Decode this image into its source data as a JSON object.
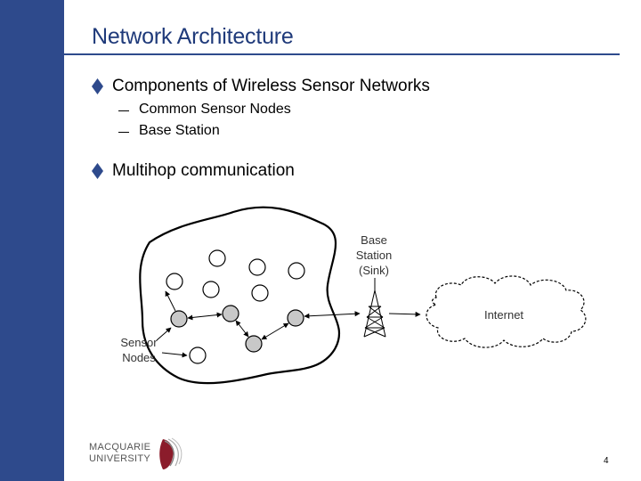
{
  "slide": {
    "title": "Network Architecture",
    "page_number": "4"
  },
  "bullets": [
    {
      "text": "Components of Wireless Sensor Networks",
      "subitems": [
        "Common Sensor Nodes",
        "Base Station"
      ]
    },
    {
      "text": "Multihop communication",
      "subitems": []
    }
  ],
  "diagram": {
    "base_station_label": [
      "Base",
      "Station",
      "(Sink)"
    ],
    "internet_label": "Internet",
    "sensor_nodes_label": [
      "Sensor",
      "Nodes"
    ]
  },
  "logo": {
    "line1": "MACQUARIE",
    "line2": "UNIVERSITY"
  },
  "colors": {
    "accent": "#2e4a8c",
    "title": "#1f3a7a",
    "node_fill": "#c8c8c8"
  }
}
